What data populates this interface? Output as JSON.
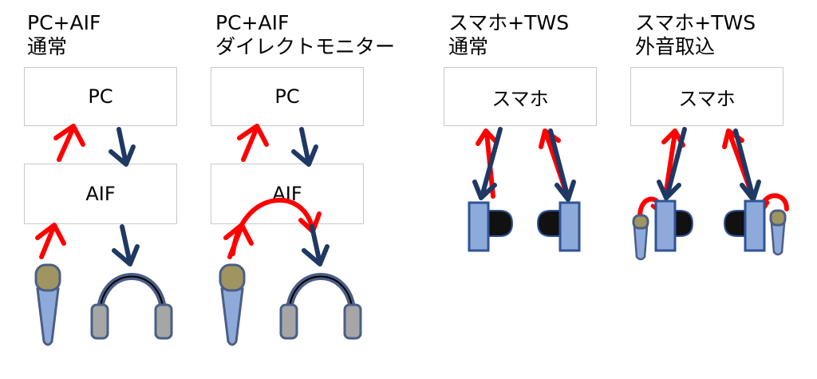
{
  "panels": [
    {
      "title_line1": "PC+AIF",
      "title_line2": "通常",
      "box_top": "PC",
      "box_bottom": "AIF"
    },
    {
      "title_line1": "PC+AIF",
      "title_line2": "ダイレクトモニター",
      "box_top": "PC",
      "box_bottom": "AIF"
    },
    {
      "title_line1": "スマホ+TWS",
      "title_line2": "通常",
      "box_top": "スマホ"
    },
    {
      "title_line1": "スマホ+TWS",
      "title_line2": "外音取込",
      "box_top": "スマホ"
    }
  ],
  "colors": {
    "input_arrow": "#ff0000",
    "output_arrow": "#1f3864",
    "device_fill": "#8eaadb",
    "device_stroke": "#2f5496",
    "mic_head": "#a09560",
    "headphone_band": "#4a5e86",
    "cup_fill": "#a6a6a6",
    "earbud_black": "#111111"
  }
}
